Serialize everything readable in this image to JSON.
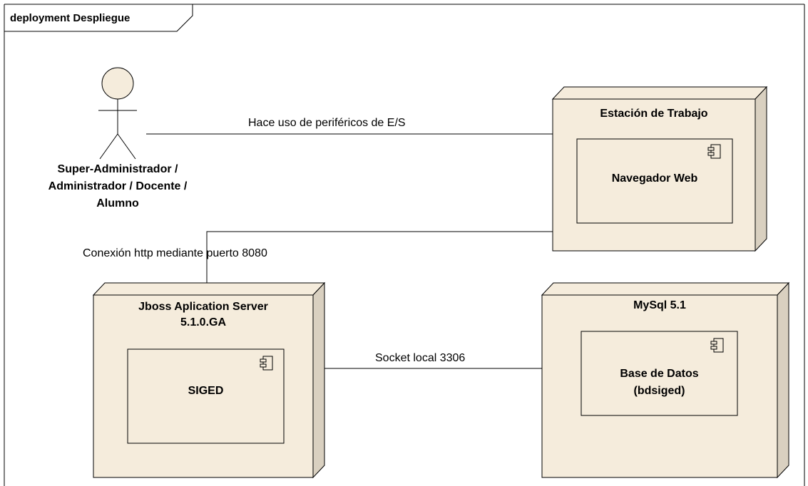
{
  "frame": {
    "title": "deployment Despliegue"
  },
  "actor": {
    "lines": [
      "Super-Administrador /",
      "Administrador / Docente /",
      "Alumno"
    ],
    "icon": "stick-figure-icon"
  },
  "nodes": {
    "workstation": {
      "title": "Estación de Trabajo",
      "component": {
        "label": "Navegador Web",
        "icon": "component-icon"
      }
    },
    "app_server": {
      "title_line1": "Jboss Aplication Server",
      "title_line2": "5.1.0.GA",
      "component": {
        "label": "SIGED",
        "icon": "component-icon"
      }
    },
    "db_server": {
      "title": "MySql 5.1",
      "component": {
        "label_line1": "Base de Datos",
        "label_line2": "(bdsiged)",
        "icon": "component-icon"
      }
    }
  },
  "connections": {
    "actor_to_workstation": "Hace uso de periféricos de E/S",
    "workstation_to_app": "Conexión http mediante puerto 8080",
    "app_to_db": "Socket local 3306"
  },
  "colors": {
    "node_fill": "#f5ecdc",
    "node_side": "#d9d0c0",
    "actor_fill": "#f5ecdc",
    "stroke": "#000000"
  }
}
